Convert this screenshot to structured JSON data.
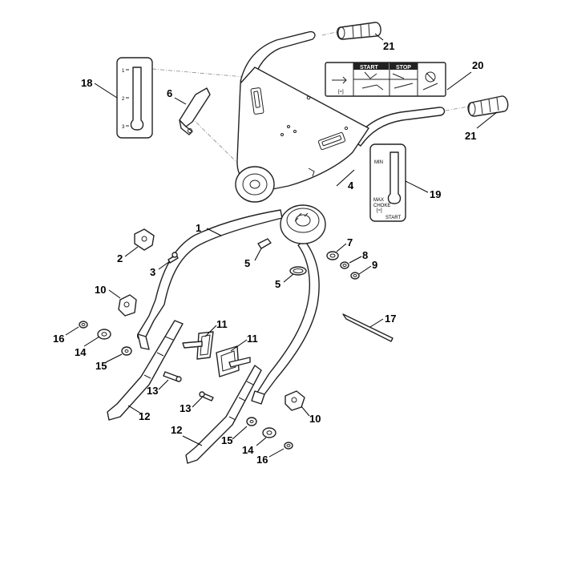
{
  "callouts": [
    {
      "id": "c1",
      "text": "1"
    },
    {
      "id": "c2",
      "text": "2"
    },
    {
      "id": "c3",
      "text": "3"
    },
    {
      "id": "c4",
      "text": "4"
    },
    {
      "id": "c5a",
      "text": "5"
    },
    {
      "id": "c5b",
      "text": "5"
    },
    {
      "id": "c6",
      "text": "6"
    },
    {
      "id": "c7",
      "text": "7"
    },
    {
      "id": "c8",
      "text": "8"
    },
    {
      "id": "c9",
      "text": "9"
    },
    {
      "id": "c10a",
      "text": "10"
    },
    {
      "id": "c10b",
      "text": "10"
    },
    {
      "id": "c11a",
      "text": "11"
    },
    {
      "id": "c11b",
      "text": "11"
    },
    {
      "id": "c12a",
      "text": "12"
    },
    {
      "id": "c12b",
      "text": "12"
    },
    {
      "id": "c13a",
      "text": "13"
    },
    {
      "id": "c13b",
      "text": "13"
    },
    {
      "id": "c14a",
      "text": "14"
    },
    {
      "id": "c14b",
      "text": "14"
    },
    {
      "id": "c15a",
      "text": "15"
    },
    {
      "id": "c15b",
      "text": "15"
    },
    {
      "id": "c16a",
      "text": "16"
    },
    {
      "id": "c16b",
      "text": "16"
    },
    {
      "id": "c17",
      "text": "17"
    },
    {
      "id": "c18",
      "text": "18"
    },
    {
      "id": "c19",
      "text": "19"
    },
    {
      "id": "c20",
      "text": "20"
    },
    {
      "id": "c21a",
      "text": "21"
    },
    {
      "id": "c21b",
      "text": "21"
    }
  ],
  "label_18": {
    "mark1": "1",
    "mark2": "2",
    "mark3": "3"
  },
  "label_19": {
    "min": "MIN",
    "max": "MAX",
    "choke": "CHOKE",
    "choke_sym": "[≈]",
    "start": "START"
  },
  "label_20": {
    "start": "START",
    "stop": "STOP",
    "sym": "[≈]"
  }
}
